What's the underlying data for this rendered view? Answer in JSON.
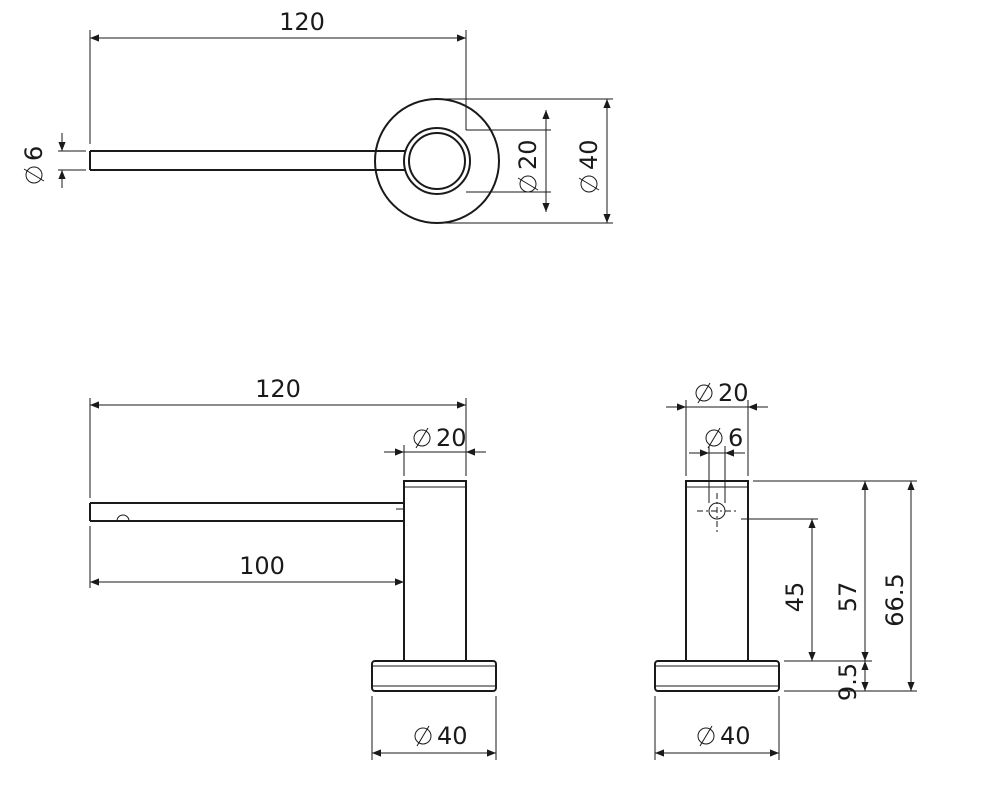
{
  "dimensions": {
    "top": {
      "length": "120",
      "bar_dia": "6",
      "stem_dia": "20",
      "base_dia": "40"
    },
    "front": {
      "length": "120",
      "stem_dia": "20",
      "bar_length": "100",
      "base_dia": "40"
    },
    "side": {
      "stem_dia": "20",
      "bar_dia": "6",
      "h45": "45",
      "h57": "57",
      "h665": "66.5",
      "base_h": "9.5",
      "base_dia": "40"
    }
  }
}
